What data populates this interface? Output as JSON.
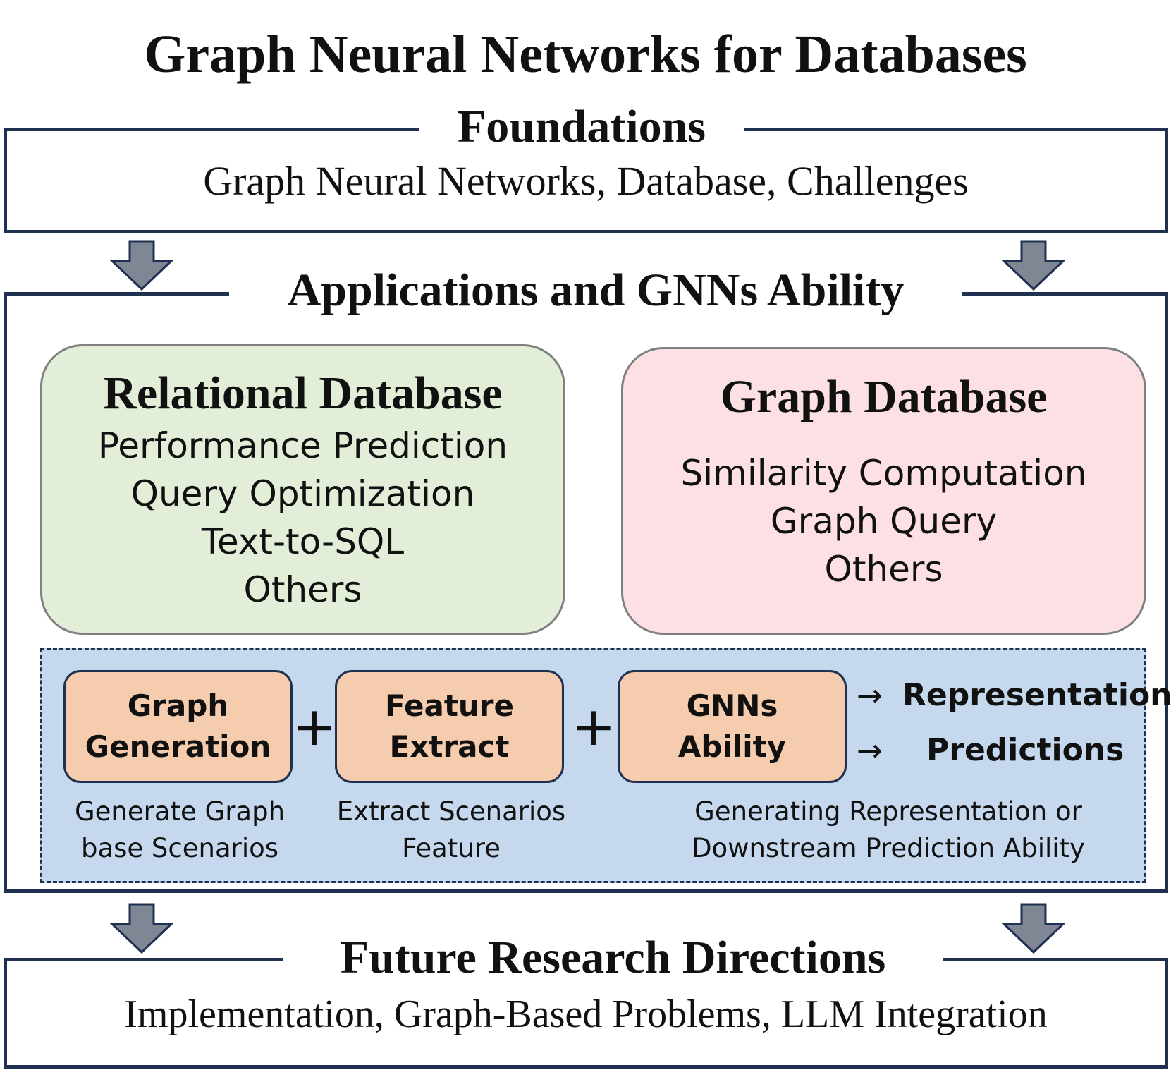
{
  "title": "Graph Neural Networks for Databases",
  "foundations": {
    "title": "Foundations",
    "body": "Graph Neural Networks, Database, Challenges"
  },
  "applications": {
    "title": "Applications and GNNs Ability",
    "relational": {
      "title": "Relational Database",
      "items": [
        "Performance Prediction",
        "Query Optimization",
        "Text-to-SQL",
        "Others"
      ]
    },
    "graph": {
      "title": "Graph Database",
      "items": [
        "Similarity Computation",
        "Graph Query",
        "Others"
      ]
    },
    "pipeline": {
      "stages": [
        {
          "lines": [
            "Graph",
            "Generation"
          ],
          "description": [
            "Generate Graph",
            "base Scenarios"
          ]
        },
        {
          "lines": [
            "Feature",
            "Extract"
          ],
          "description": [
            "Extract Scenarios",
            "Feature"
          ]
        },
        {
          "lines": [
            "GNNs",
            "Ability"
          ],
          "description": [
            "Generating Representation or",
            "Downstream Prediction Ability"
          ]
        }
      ],
      "plus": "+",
      "arrow": "→",
      "outputs": [
        "Representation",
        "Predictions"
      ]
    }
  },
  "future": {
    "title": "Future Research Directions",
    "body": "Implementation, Graph-Based Problems, LLM Integration"
  },
  "colors": {
    "frame": "#1f3050",
    "relational_bg": "#e3eed9",
    "graph_bg": "#fce0e4",
    "pipeline_bg": "#c5d8ee",
    "stage_bg": "#f6ccae",
    "arrow_fill": "#7f8795"
  }
}
